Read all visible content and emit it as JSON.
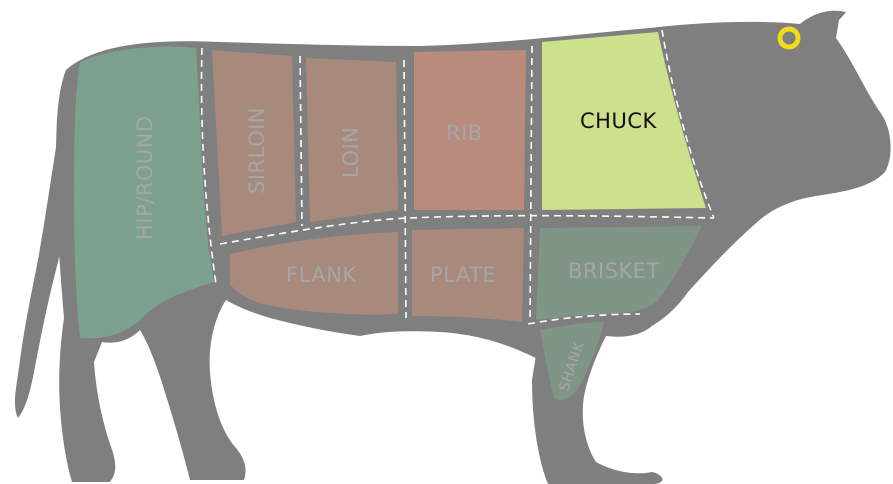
{
  "diagram": {
    "colors": {
      "body": "#7f7f7f",
      "hip_round": "#7ca28f",
      "rear_cuts": "#a88a7d",
      "rib": "#b88b7d",
      "chuck": "#cde08b",
      "brisket": "#7f9585",
      "shank": "#7f9585",
      "eye": "#f2dc1a",
      "seam": "#ffffff"
    },
    "cuts": {
      "hip_round": "HIP/ROUND",
      "sirloin": "SIRLOIN",
      "loin": "LOIN",
      "rib": "RIB",
      "chuck": "CHUCK",
      "flank": "FLANK",
      "plate": "PLATE",
      "brisket": "BRISKET",
      "shank": "SHANK"
    },
    "highlighted_cut": "chuck"
  }
}
